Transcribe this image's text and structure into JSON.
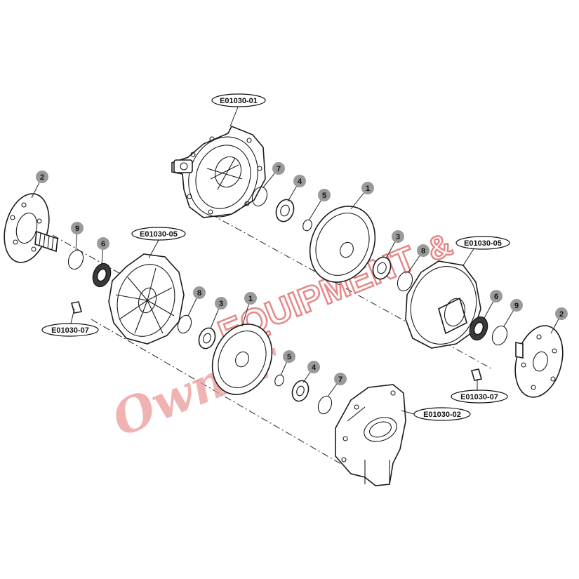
{
  "callouts": {
    "b1a": "1",
    "b1b": "1",
    "b2a": "2",
    "b2b": "2",
    "b3a": "3",
    "b3b": "3",
    "b4a": "4",
    "b4b": "4",
    "b5a": "5",
    "b5b": "5",
    "b6a": "6",
    "b6b": "6",
    "b7a": "7",
    "b7b": "7",
    "b8a": "8",
    "b8b": "8",
    "b9a": "9",
    "b9b": "9"
  },
  "codes": {
    "housing_upper": "E01030-01",
    "housing_lower": "E01030-02",
    "cover_left": "E01030-05",
    "cover_right": "E01030-05",
    "bolt_left": "E01030-07",
    "bolt_right": "E01030-07"
  },
  "watermark": {
    "script": "Owner",
    "block": "EQUIPMENT",
    "suffix": "&"
  }
}
